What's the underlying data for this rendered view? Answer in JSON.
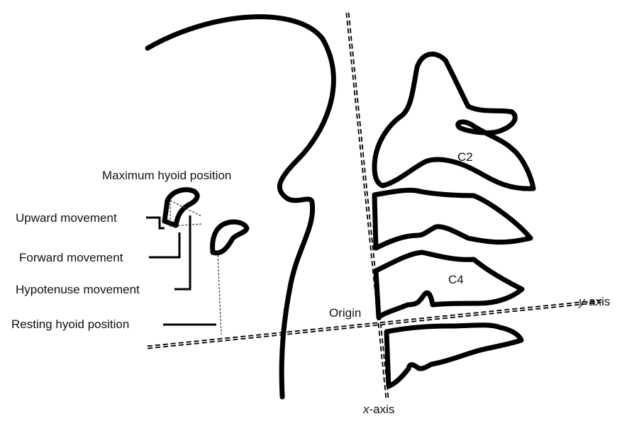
{
  "labels": {
    "max_hyoid": "Maximum hyoid position",
    "upward": "Upward movement",
    "forward": "Forward movement",
    "hypotenuse": "Hypotenuse movement",
    "resting_hyoid": "Resting hyoid position",
    "c2": "C2",
    "c4": "C4",
    "origin": "Origin",
    "y_axis_italic": "y",
    "y_axis_rest": "-axis",
    "x_axis_italic": "x",
    "x_axis_rest": "-axis"
  }
}
